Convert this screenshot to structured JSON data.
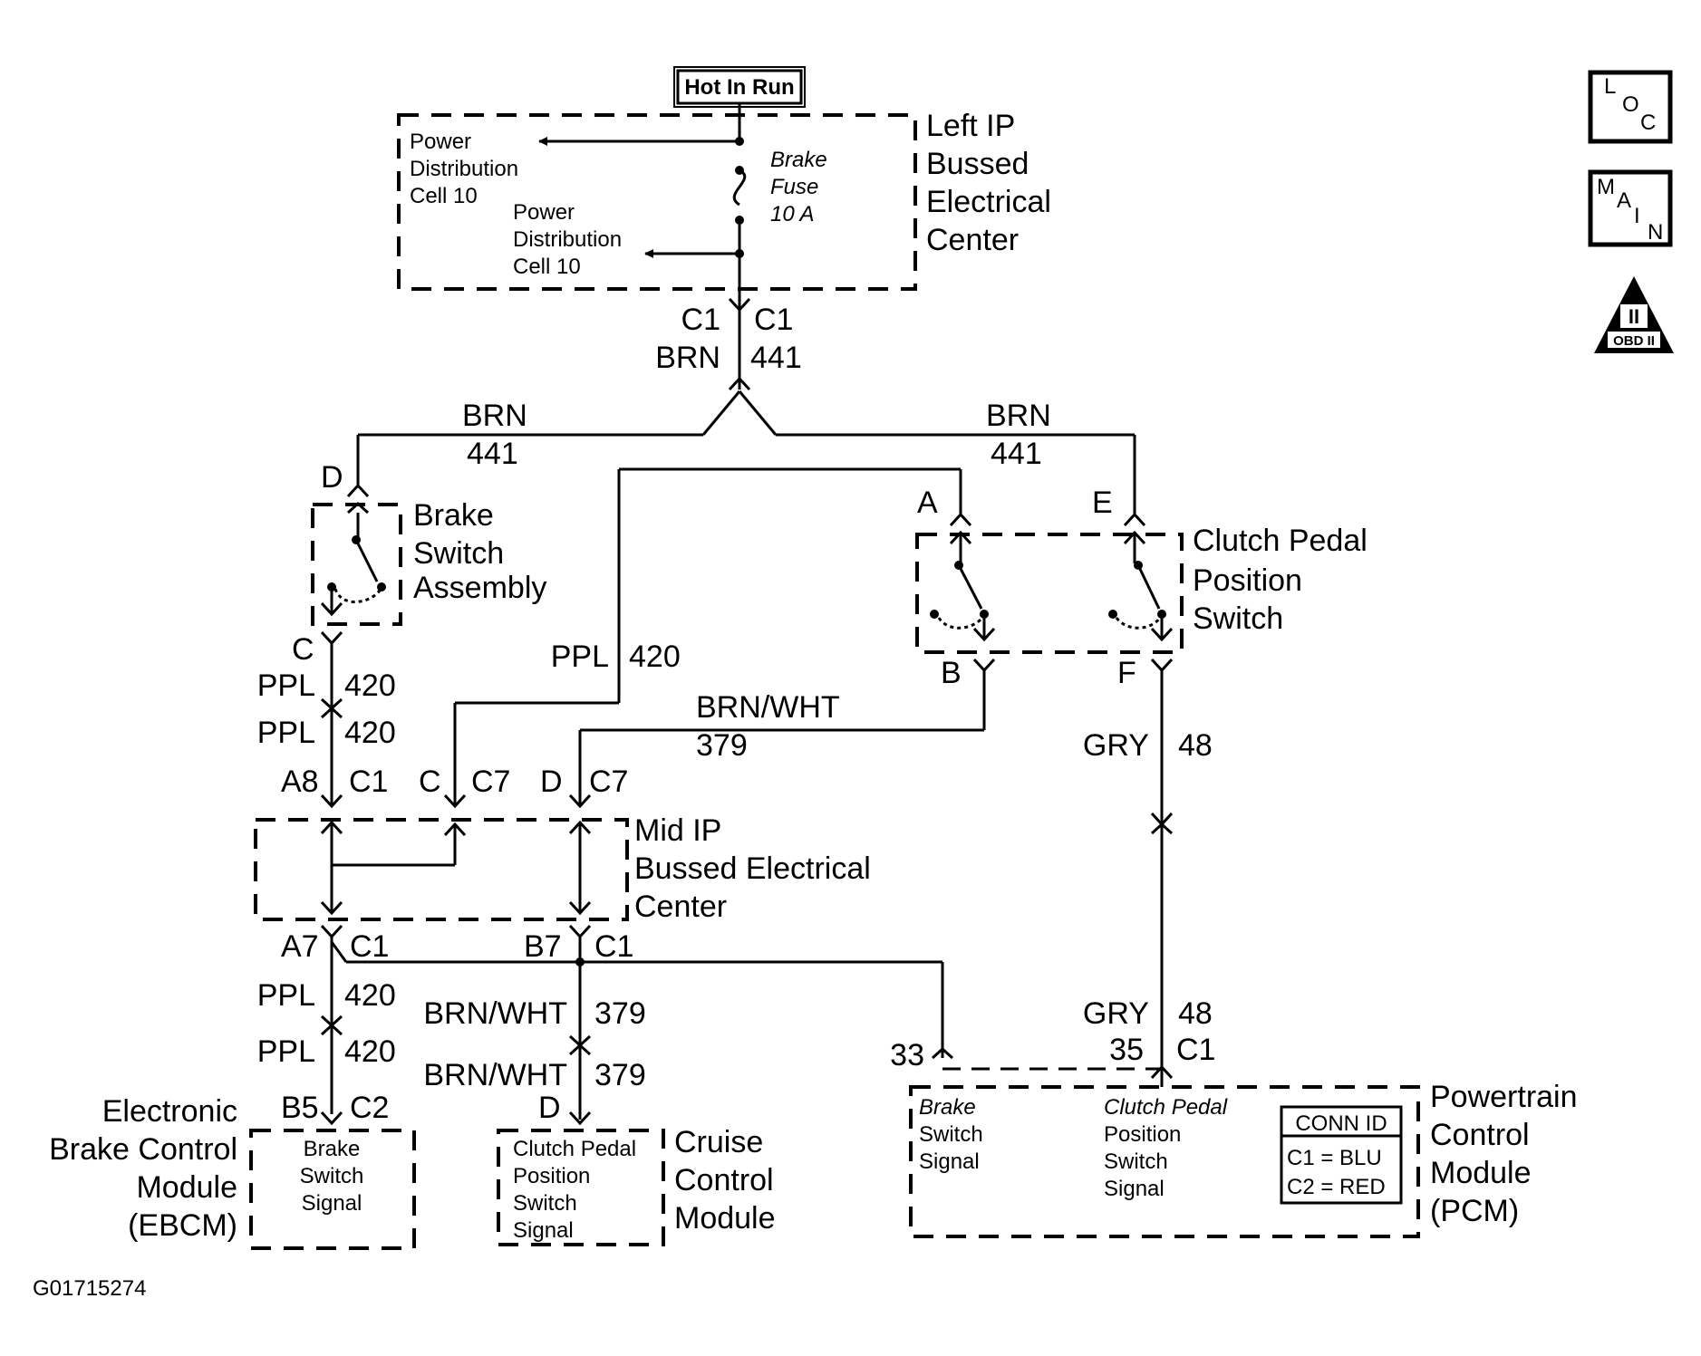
{
  "header": {
    "hot_in_run": "Hot In Run"
  },
  "icons": {
    "loc": [
      "L",
      "O",
      "C"
    ],
    "main": [
      "M",
      "A",
      "I",
      "N"
    ],
    "obd_numeral": "II",
    "obd_text": "OBD II"
  },
  "left_ip": {
    "title_lines": [
      "Left IP",
      "Bussed",
      "Electrical",
      "Center"
    ],
    "pdc_top_lines": [
      "Power",
      "Distribution",
      "Cell 10"
    ],
    "pdc_bottom_lines": [
      "Power",
      "Distribution",
      "Cell 10"
    ],
    "fuse_lines": [
      "Brake",
      "Fuse",
      "10 A"
    ]
  },
  "main_feed": {
    "conn_left": "C1",
    "conn_right": "C1",
    "color": "BRN",
    "circuit": "441"
  },
  "brn_left": {
    "color": "BRN",
    "circuit": "441"
  },
  "brn_right": {
    "color": "BRN",
    "circuit": "441"
  },
  "brake_switch": {
    "pin_top": "D",
    "pin_bottom": "C",
    "title_lines": [
      "Brake",
      "Switch",
      "Assembly"
    ]
  },
  "clutch_switch": {
    "pin_a": "A",
    "pin_b": "B",
    "pin_e": "E",
    "pin_f": "F",
    "title_lines": [
      "Clutch Pedal",
      "Position",
      "Switch"
    ]
  },
  "wires": {
    "ppl_a": {
      "color": "PPL",
      "circuit": "420"
    },
    "ppl_b": {
      "color": "PPL",
      "circuit": "420"
    },
    "ppl_mid": {
      "color": "PPL",
      "circuit": "420"
    },
    "brnwht_mid": {
      "color": "BRN/WHT",
      "circuit": "379"
    },
    "gry_upper": {
      "color": "GRY",
      "circuit": "48"
    },
    "ppl_c": {
      "color": "PPL",
      "circuit": "420"
    },
    "ppl_d": {
      "color": "PPL",
      "circuit": "420"
    },
    "brnwht_a": {
      "color": "BRN/WHT",
      "circuit": "379"
    },
    "brnwht_b": {
      "color": "BRN/WHT",
      "circuit": "379"
    },
    "gry_lower": {
      "color": "GRY",
      "circuit": "48"
    }
  },
  "mid_ip": {
    "title_lines": [
      "Mid IP",
      "Bussed Electrical",
      "Center"
    ],
    "top_pins": {
      "a8": "A8",
      "c1": "C1",
      "c": "C",
      "c7a": "C7",
      "d": "D",
      "c7b": "C7"
    },
    "bottom_pins": {
      "a7": "A7",
      "c1a": "C1",
      "b7": "B7",
      "c1b": "C1"
    }
  },
  "ebcm": {
    "pin": "B5",
    "conn": "C2",
    "title_lines": [
      "Electronic",
      "Brake Control",
      "Module",
      "(EBCM)"
    ],
    "signal_lines": [
      "Brake",
      "Switch",
      "Signal"
    ]
  },
  "cruise": {
    "pin": "D",
    "title_lines": [
      "Cruise",
      "Control",
      "Module"
    ],
    "signal_lines": [
      "Clutch Pedal",
      "Position",
      "Switch",
      "Signal"
    ]
  },
  "pcm": {
    "pin_brake": "33",
    "pin_clutch": "35",
    "conn": "C1",
    "title_lines": [
      "Powertrain",
      "Control",
      "Module",
      "(PCM)"
    ],
    "brake_signal_lines": [
      "Brake",
      "Switch",
      "Signal"
    ],
    "clutch_signal_lines": [
      "Clutch Pedal",
      "Position",
      "Switch",
      "Signal"
    ],
    "conn_id": {
      "title": "CONN ID",
      "row1": "C1 = BLU",
      "row2": "C2 = RED"
    }
  },
  "figure_id": "G01715274"
}
